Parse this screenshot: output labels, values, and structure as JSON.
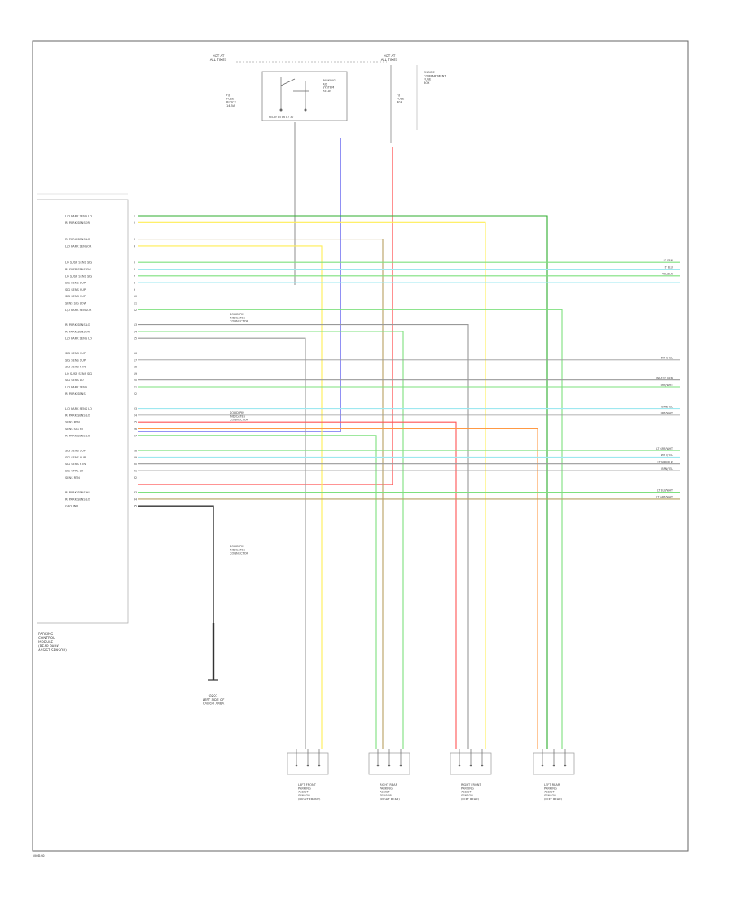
{
  "figure_id": "W8P48",
  "top": {
    "hot_left": "HOT AT\nALL TIMES",
    "hot_right": "HOT AT\nALL TIMES",
    "fuse_left": "F/J\nFUSE\nBLOCK\n14.5A",
    "relay_label": "PARKING\nAID\nSYSTEM\nRELAY",
    "fuse_right": "F/J\nFUSE\n40A",
    "note_right": "ENGINE\nCOMPARTMENT\nFUSE\nBOX"
  },
  "module": {
    "name": "PARKING\nCONTROL\nMODULE\n(REAR PARK\nASSIST SENSOR)",
    "ground_label": "G201\nLEFT SIDE OF\nCARGO AREA"
  },
  "pin_labels": [
    "L/O PARK SENS LO",
    "RI PARK SENSOR",
    "RI PARK SENS LO",
    "L/O PARK SENSOR",
    "LO SUSP SENS SIG",
    "RI SUSP SENS SIG",
    "LO SUSP SENS SIG",
    "SIG SENS SUP",
    "SIG SENS SUP",
    "SIG SENS SUP",
    "SENS SIG LOW",
    "L/O PARK SENSOR",
    "RI PARK SENS LO",
    "RI PARK SENSOR",
    "L/O PARK SENS LO",
    "SIG SENS SUP",
    "SIG SENS SUP",
    "SIG SENS RTN",
    "LO SUSP SENS SIG",
    "SIG SENS LO",
    "L/O PARK SENS",
    "RI PARK SENS",
    "L/O PARK SENS LO",
    "RI PARK SENS LO",
    "SENS RTN",
    "SENS SIG HI",
    "RI PARK SENS LO",
    "SIG SENS SUP",
    "SIG SENS SUP",
    "SIG SENS RTN",
    "SIG CTRL LO",
    "SENS RTN",
    "RI PARK SENS HI",
    "RI PARK SENS LO",
    "GROUND"
  ],
  "groups": {
    "g1": "SOLID PIN\nINDICATES\nCONNECTOR",
    "g2": "SOLID PIN\nINDICATES\nCONNECTOR",
    "g3": "SOLID PIN\nINDICATES\nCONNECTOR"
  },
  "right_labels": [
    "LT GRN",
    "LT BLU",
    "YEL/BLK",
    "WHT/YEL",
    "WHT/LT GRN",
    "BRN/WHT",
    "BRN/YEL",
    "BRN/WHT",
    "LT GRN/WHT",
    "WHT/YEL",
    "LT GRN/BLK",
    "LT BLU/WHT",
    "LT GRN/WHT",
    "BRN/YEL"
  ],
  "sensors": [
    "LEFT FRONT\nPARKING\nASSIST\nSENSOR\n(RIGHT FRONT)",
    "RIGHT REAR\nPARKING\nASSIST\nSENSOR\n(RIGHT REAR)",
    "RIGHT FRONT\nPARKING\nASSIST\nSENSOR\n(LEFT REAR)",
    "LEFT REAR\nPARKING\nASSIST\nSENSOR\n(LEFT REAR)"
  ],
  "colors": {
    "frame": "#666666",
    "green": "#2fae2f",
    "lightgreen": "#7ee07e",
    "yellow": "#ffee55",
    "olive": "#b8a060",
    "cyan": "#9ee8f0",
    "blue": "#5555ee",
    "red": "#ff5555",
    "orange": "#ff9944",
    "gray": "#999999"
  }
}
